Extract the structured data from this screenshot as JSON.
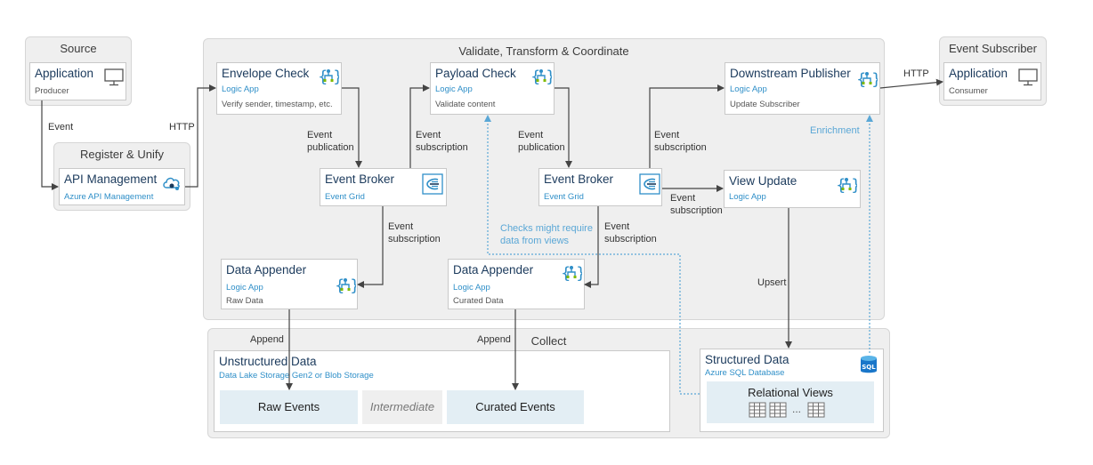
{
  "groups": {
    "source": "Source",
    "register": "Register & Unify",
    "validate": "Validate, Transform & Coordinate",
    "subscriber": "Event Subscriber",
    "collect": "Collect"
  },
  "cards": {
    "producer": {
      "title": "Application",
      "sub": "Producer"
    },
    "api": {
      "title": "API Management",
      "sub": "Azure API Management"
    },
    "envelope": {
      "title": "Envelope Check",
      "sub": "Logic App",
      "desc": "Verify sender, timestamp, etc."
    },
    "payload": {
      "title": "Payload Check",
      "sub": "Logic App",
      "desc": "Validate content"
    },
    "downstream": {
      "title": "Downstream Publisher",
      "sub": "Logic App",
      "desc": "Update Subscriber"
    },
    "consumer": {
      "title": "Application",
      "sub": "Consumer"
    },
    "broker1": {
      "title": "Event Broker",
      "sub": "Event Grid"
    },
    "broker2": {
      "title": "Event Broker",
      "sub": "Event Grid"
    },
    "view_update": {
      "title": "View Update",
      "sub": "Logic App"
    },
    "appender1": {
      "title": "Data Appender",
      "sub": "Logic App",
      "desc": "Raw Data"
    },
    "appender2": {
      "title": "Data Appender",
      "sub": "Logic App",
      "desc": "Curated Data"
    },
    "unstructured": {
      "title": "Unstructured Data",
      "sub": "Data Lake Storage Gen2 or Blob Storage"
    },
    "structured": {
      "title": "Structured Data",
      "sub": "Azure SQL Database"
    }
  },
  "stores": {
    "raw": "Raw Events",
    "intermediate": "Intermediate",
    "curated": "Curated Events",
    "relational": "Relational Views",
    "ellipsis": "..."
  },
  "labels": {
    "event": "Event",
    "http_left": "HTTP",
    "http_right": "HTTP",
    "pub1_a": "Event",
    "pub1_b": "publication",
    "sub1_a": "Event",
    "sub1_b": "subscription",
    "pub2_a": "Event",
    "pub2_b": "publication",
    "sub_ds_a": "Event",
    "sub_ds_b": "subscription",
    "enrichment": "Enrichment",
    "sub_vu_a": "Event",
    "sub_vu_b": "subscription",
    "checks_a": "Checks might require",
    "checks_b": "data from views",
    "sub_b1_a": "Event",
    "sub_b1_b": "subscription",
    "sub_b2_a": "Event",
    "sub_b2_b": "subscription",
    "upsert": "Upsert",
    "append1": "Append",
    "append2": "Append"
  },
  "icons": {
    "monitor": "monitor-icon",
    "cloud": "api-management-icon",
    "logic": "logic-app-icon",
    "grid": "event-grid-icon",
    "sql": "sql-database-icon",
    "table": "table-icon"
  },
  "colors": {
    "title": "#1b3a5c",
    "accent": "#2f8fc8",
    "dotted": "#5aa7d6",
    "arrow": "#444444",
    "group_bg": "#efefef",
    "store_bg": "#e3eef4"
  }
}
